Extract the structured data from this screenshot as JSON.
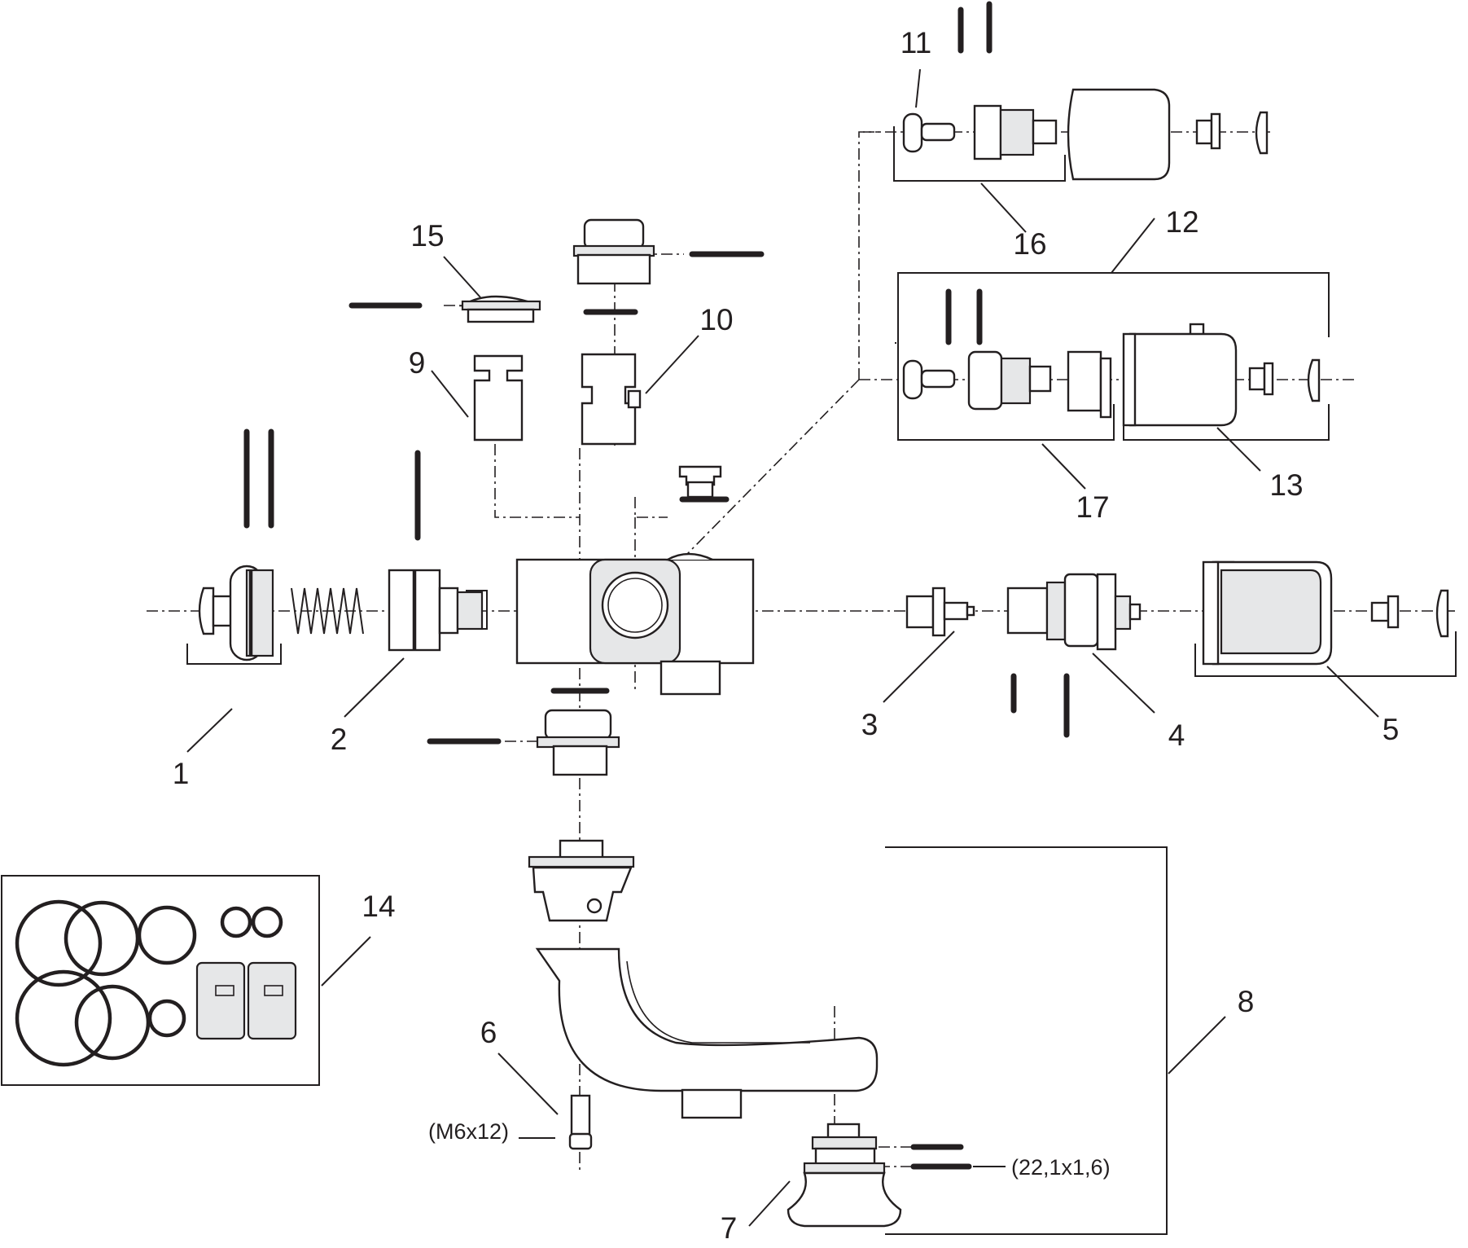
{
  "diagram": {
    "callouts": {
      "c1": "1",
      "c2": "2",
      "c3": "3",
      "c4": "4",
      "c5": "5",
      "c6": "6",
      "c7": "7",
      "c8": "8",
      "c9": "9",
      "c10": "10",
      "c11": "11",
      "c12": "12",
      "c13": "13",
      "c14": "14",
      "c15": "15",
      "c16": "16",
      "c17": "17"
    },
    "annotations": {
      "screw_size": "(M6x12)",
      "oring_size": "(22,1x1,6)"
    },
    "colors": {
      "line": "#231f20",
      "shade": "#e6e7e8",
      "background": "#ffffff"
    }
  }
}
